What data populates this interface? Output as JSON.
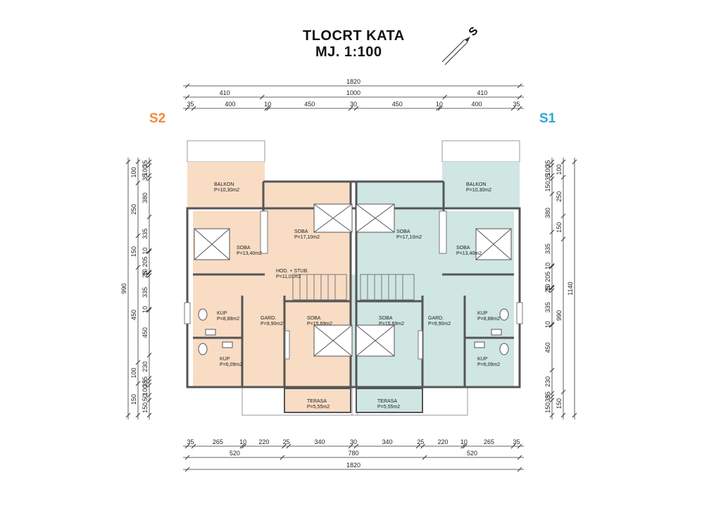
{
  "title": "TLOCRT KATA",
  "scale": "MJ. 1:100",
  "north_symbol": "S",
  "units": {
    "left": {
      "label": "S2",
      "color": "#f08a3c"
    },
    "right": {
      "label": "S1",
      "color": "#2ea8d6"
    }
  },
  "colors": {
    "left_fill": "#f8dcc4",
    "right_fill": "#cfe6e3",
    "wall": "#6a6a6a"
  },
  "rooms": {
    "balkon_l": {
      "name": "BALKON",
      "area": "P=10,30m2"
    },
    "balkon_r": {
      "name": "BALKON",
      "area": "P=10,30m2"
    },
    "soba_top_l": {
      "name": "SOBA",
      "area": "P=17,10m2"
    },
    "soba_top_r": {
      "name": "SOBA",
      "area": "P=17,10m2"
    },
    "soba_side_l": {
      "name": "SOBA",
      "area": "P=13,40m2"
    },
    "soba_side_r": {
      "name": "SOBA",
      "area": "P=13,40m2"
    },
    "hodnik": {
      "name": "HOD. + STUB.",
      "area": "P=11,01m2"
    },
    "kup1_l": {
      "name": "KUP",
      "area": "P=8,88m2"
    },
    "kup1_r": {
      "name": "KUP",
      "area": "P=8,88m2"
    },
    "gard_l": {
      "name": "GARD.",
      "area": "P=9,90m2"
    },
    "gard_r": {
      "name": "GARD.",
      "area": "P=9,90m2"
    },
    "soba_bot_l": {
      "name": "SOBA",
      "area": "P=15,69m2"
    },
    "soba_bot_r": {
      "name": "SOBA",
      "area": "P=15,69m2"
    },
    "kup2_l": {
      "name": "KUP",
      "area": "P=6,09m2"
    },
    "kup2_r": {
      "name": "KUP",
      "area": "P=6,09m2"
    },
    "terasa_l": {
      "name": "TERASA",
      "area": "P=5,55m2"
    },
    "terasa_r": {
      "name": "TERASA",
      "area": "P=5,55m2"
    }
  },
  "dims": {
    "top": {
      "total": "1820",
      "row2": [
        "410",
        "1000",
        "410"
      ],
      "row3": [
        "35",
        "400",
        "10",
        "450",
        "30",
        "450",
        "10",
        "400",
        "35"
      ]
    },
    "bottom": {
      "row1": [
        "35",
        "265",
        "10",
        "220",
        "25",
        "340",
        "30",
        "340",
        "25",
        "220",
        "10",
        "265",
        "35"
      ],
      "row2": [
        "520",
        "780",
        "520"
      ],
      "total": "1820"
    },
    "left": {
      "total": "990",
      "row2": [
        "100",
        "250",
        "150",
        "450",
        "100",
        "150"
      ],
      "row3": [
        "35",
        "100",
        "35",
        "380",
        "335",
        "10",
        "205",
        "10",
        "25",
        "335",
        "10",
        "450",
        "230",
        "35",
        "35",
        "100",
        "50",
        "150"
      ]
    },
    "right": {
      "total": "1140",
      "row2": [
        "100",
        "250",
        "150",
        "990",
        "150"
      ],
      "row3": [
        "35",
        "100",
        "35",
        "150",
        "380",
        "335",
        "10",
        "205",
        "10",
        "25",
        "335",
        "10",
        "450",
        "230",
        "35",
        "35",
        "150"
      ]
    }
  }
}
